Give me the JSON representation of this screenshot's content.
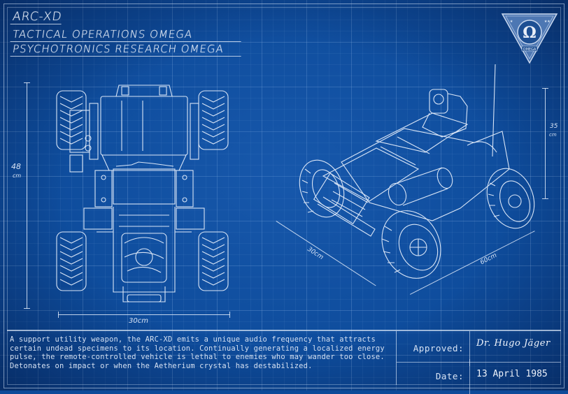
{
  "header": {
    "title": "ARC-XD",
    "subtitle1": "TACTICAL OPERATIONS OMEGA",
    "subtitle2": "PSYCHOTRONICS RESEARCH OMEGA",
    "emblem": {
      "icon": "omega-triangle-emblem",
      "symbol": "Ω",
      "label": "OMEGA"
    }
  },
  "top_view": {
    "height_label": "48",
    "height_unit": "cm",
    "width_label": "30cm"
  },
  "iso_view": {
    "height_label": "35",
    "height_unit": "cm",
    "depth_label": "30cm",
    "length_label": "60cm"
  },
  "footer": {
    "description": "A support utility weapon, the ARC-XD emits a unique audio frequency that attracts certain undead specimens to its location. Continually generating a localized energy pulse, the remote-controlled vehicle is lethal to enemies who may wander too close. Detonates on impact or when the Aetherium crystal has destabilized.",
    "approved_label": "Approved:",
    "approved_value": "Dr. Hugo Jäger",
    "date_label": "Date:",
    "date_value": "13 April 1985"
  },
  "colors": {
    "paper": "#0e4c9c",
    "line": "#dbe6f5",
    "grid": "#6e95cc"
  }
}
